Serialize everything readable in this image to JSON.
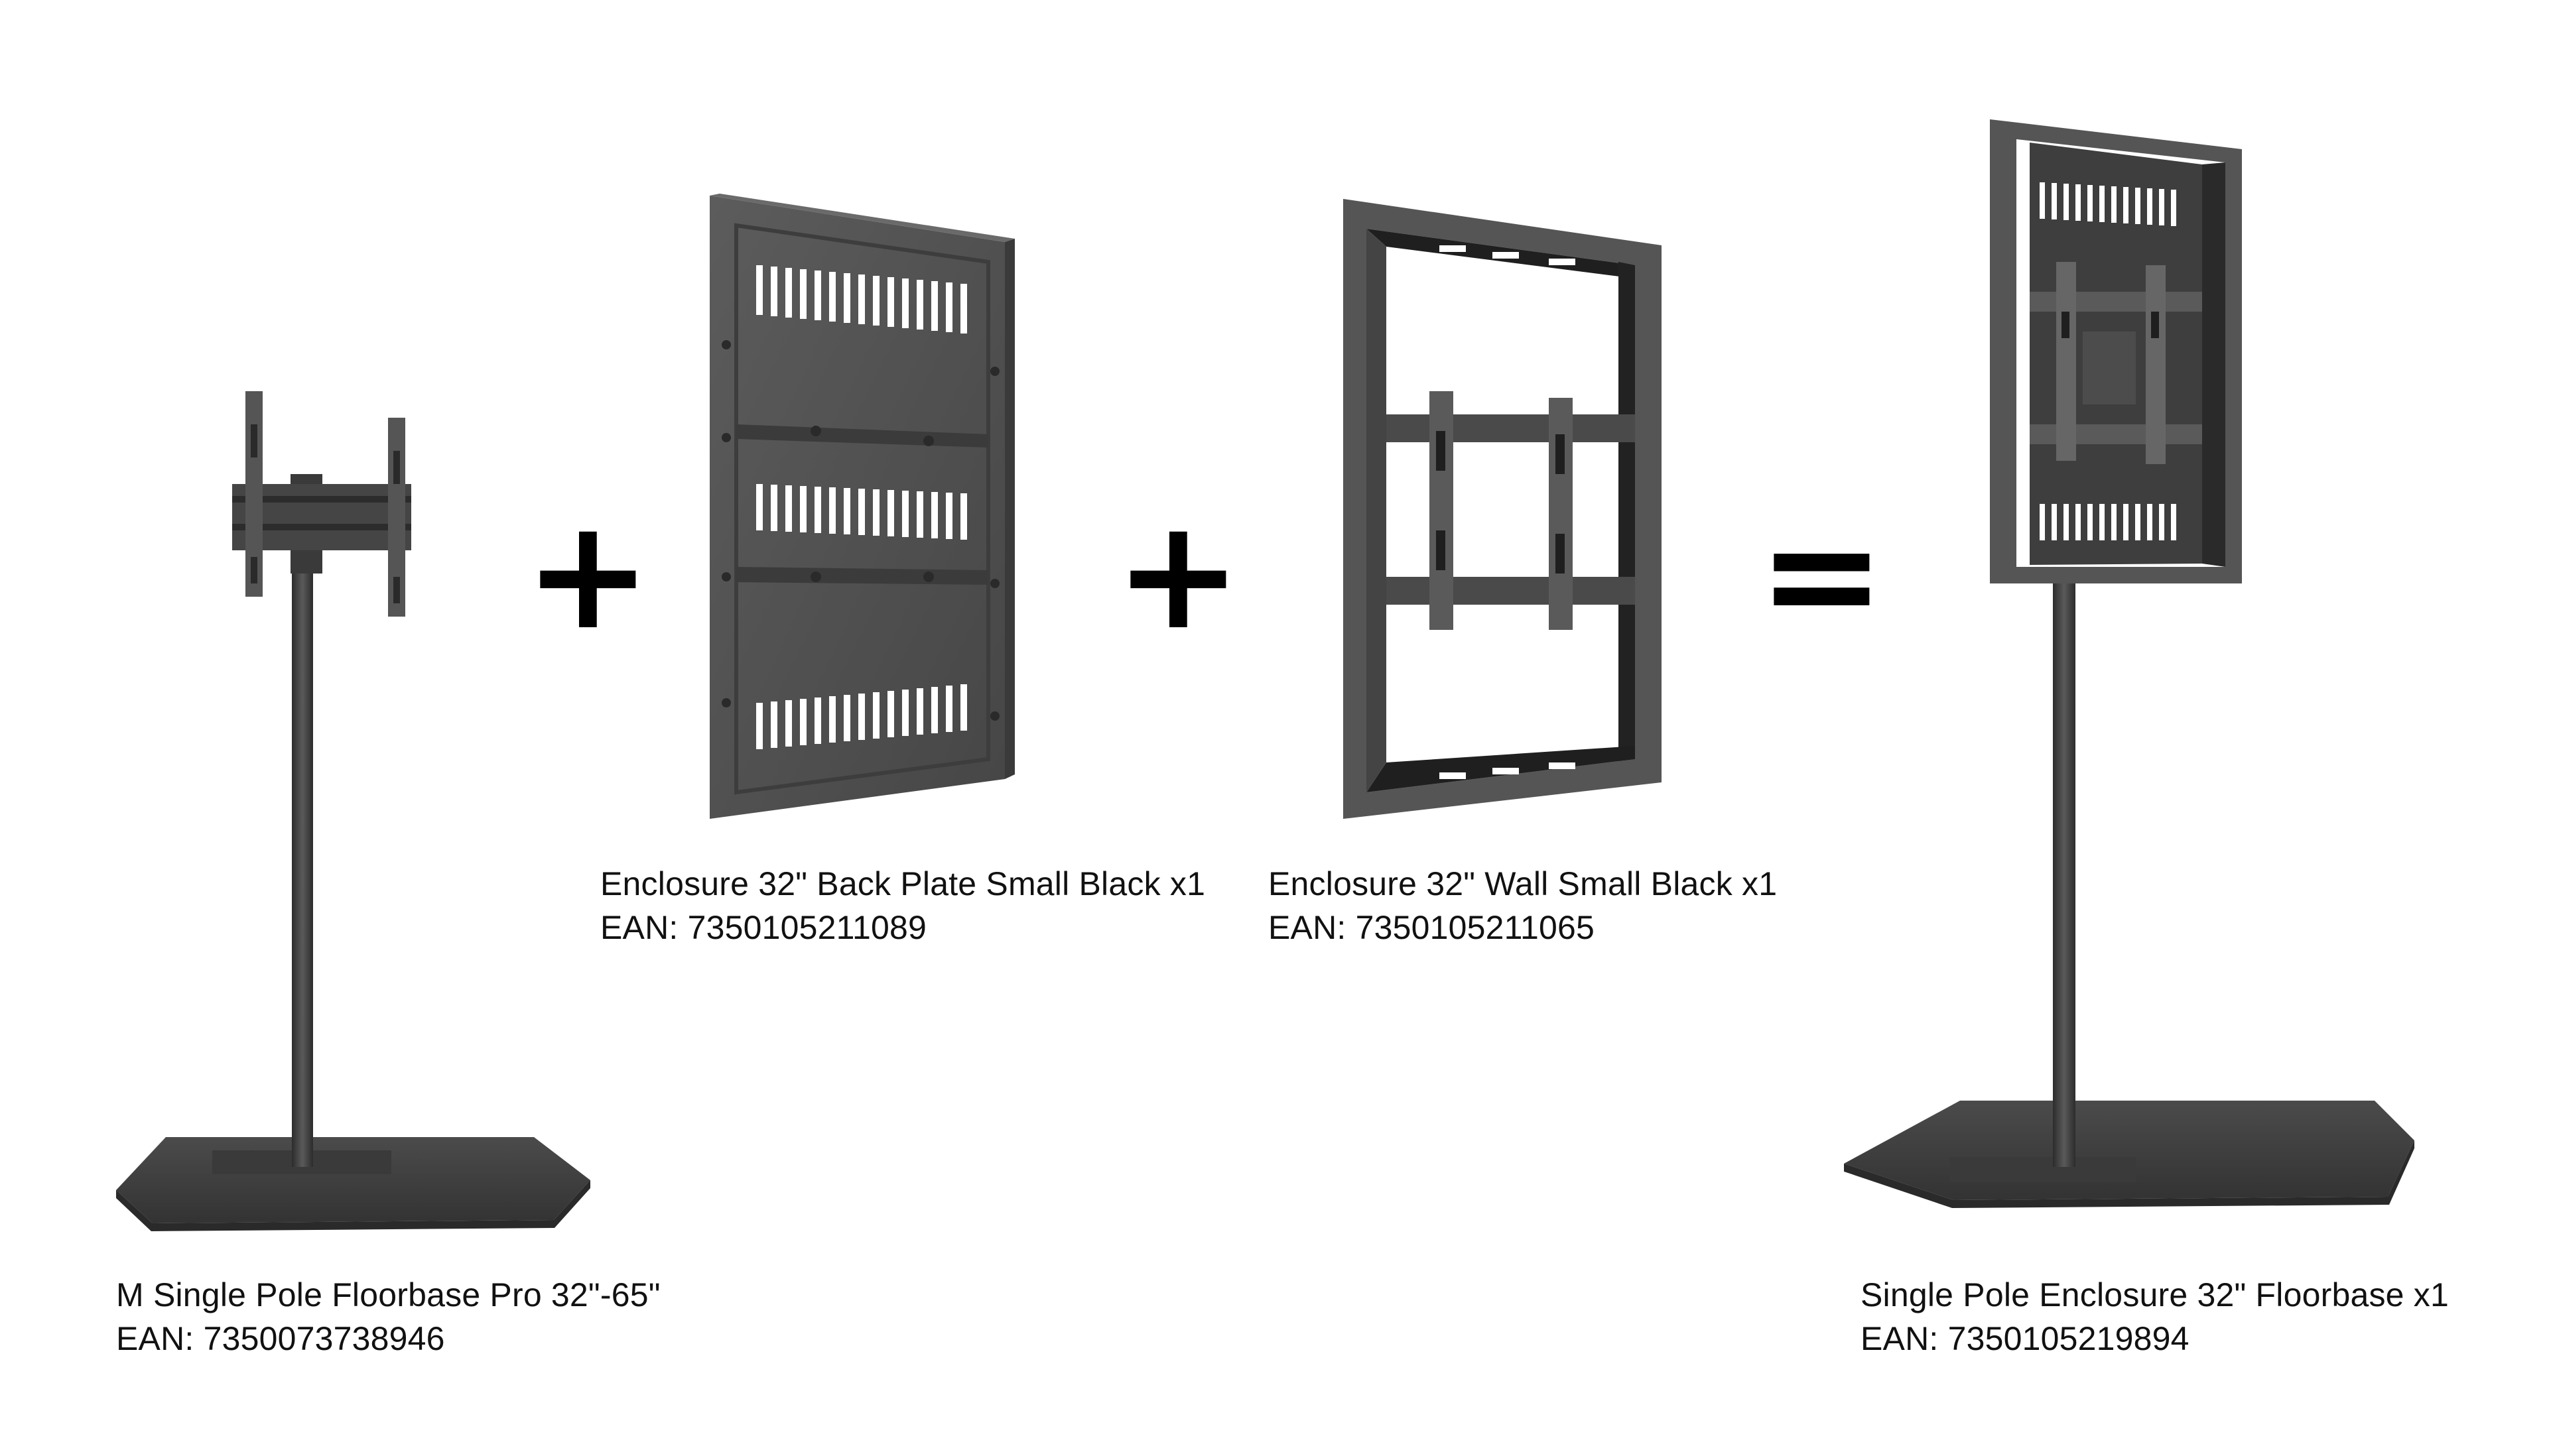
{
  "products": [
    {
      "name": "M Single Pole Floorbase Pro 32\"-65\"",
      "ean": "EAN: 7350073738946"
    },
    {
      "name": "Enclosure 32\" Back Plate Small Black x1",
      "ean": "EAN: 7350105211089"
    },
    {
      "name": "Enclosure 32\" Wall Small Black x1",
      "ean": "EAN: 7350105211065"
    },
    {
      "name": "Single Pole Enclosure 32\" Floorbase x1",
      "ean": "EAN: 7350105219894"
    }
  ],
  "operators": {
    "plus_1": "+",
    "plus_2": "+",
    "equals": "="
  },
  "colors": {
    "metal_dark": "#3a3a3a",
    "metal_mid": "#555555",
    "metal_light": "#6e6e6e",
    "background": "#ffffff"
  }
}
